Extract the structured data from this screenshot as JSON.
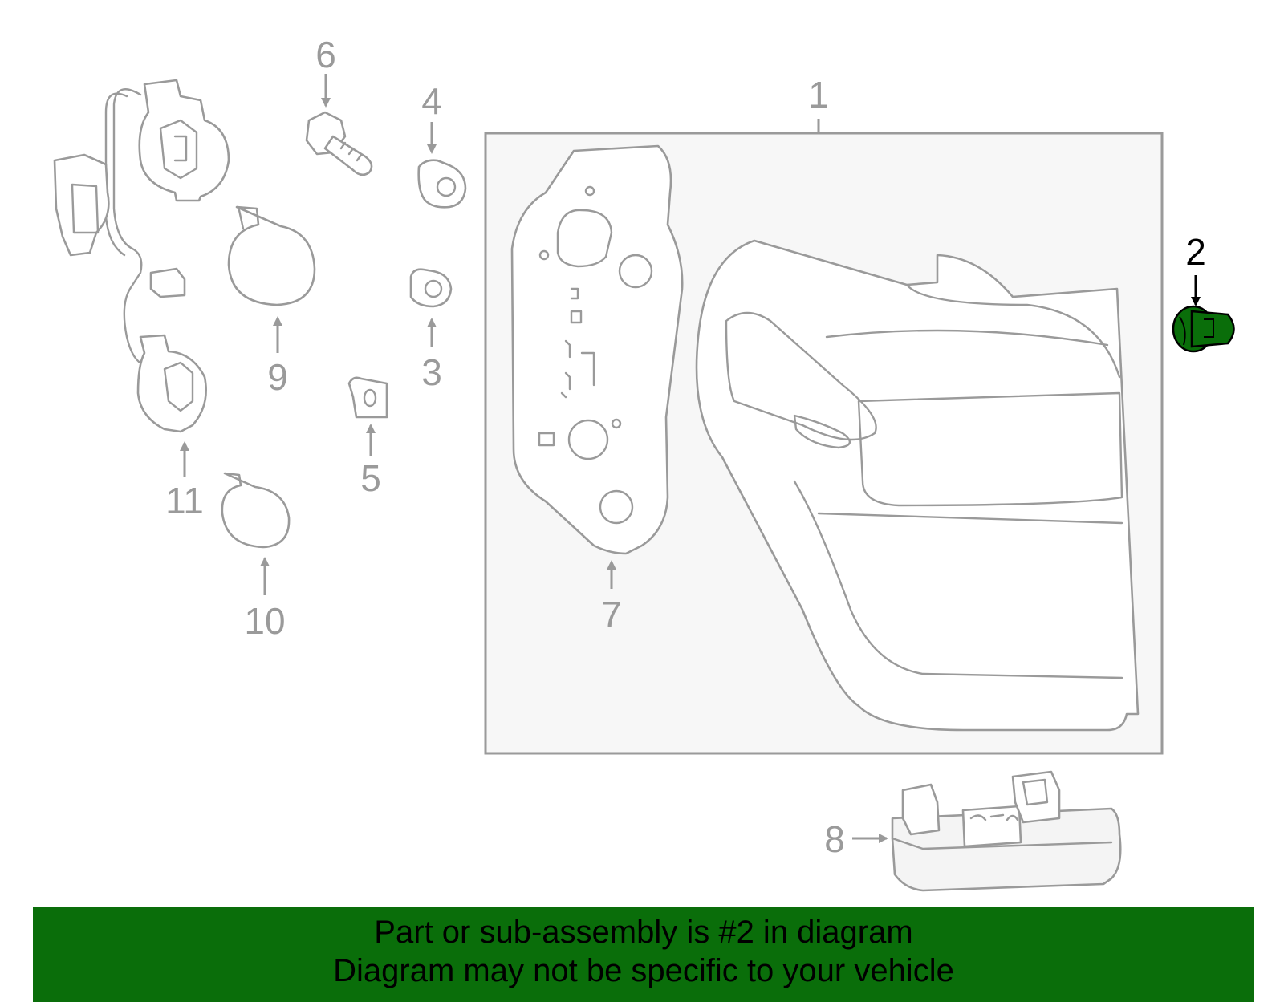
{
  "diagram": {
    "callouts": [
      "1",
      "2",
      "3",
      "4",
      "5",
      "6",
      "7",
      "8",
      "9",
      "10",
      "11"
    ],
    "highlighted_callout": "2",
    "highlight_color": "#0a6e0a",
    "part_color": "#9a9a9a"
  },
  "footer": {
    "line1": "Part or sub-assembly is #2 in diagram",
    "line2": "Diagram may not be specific to your vehicle",
    "background": "#0a6e0a"
  }
}
